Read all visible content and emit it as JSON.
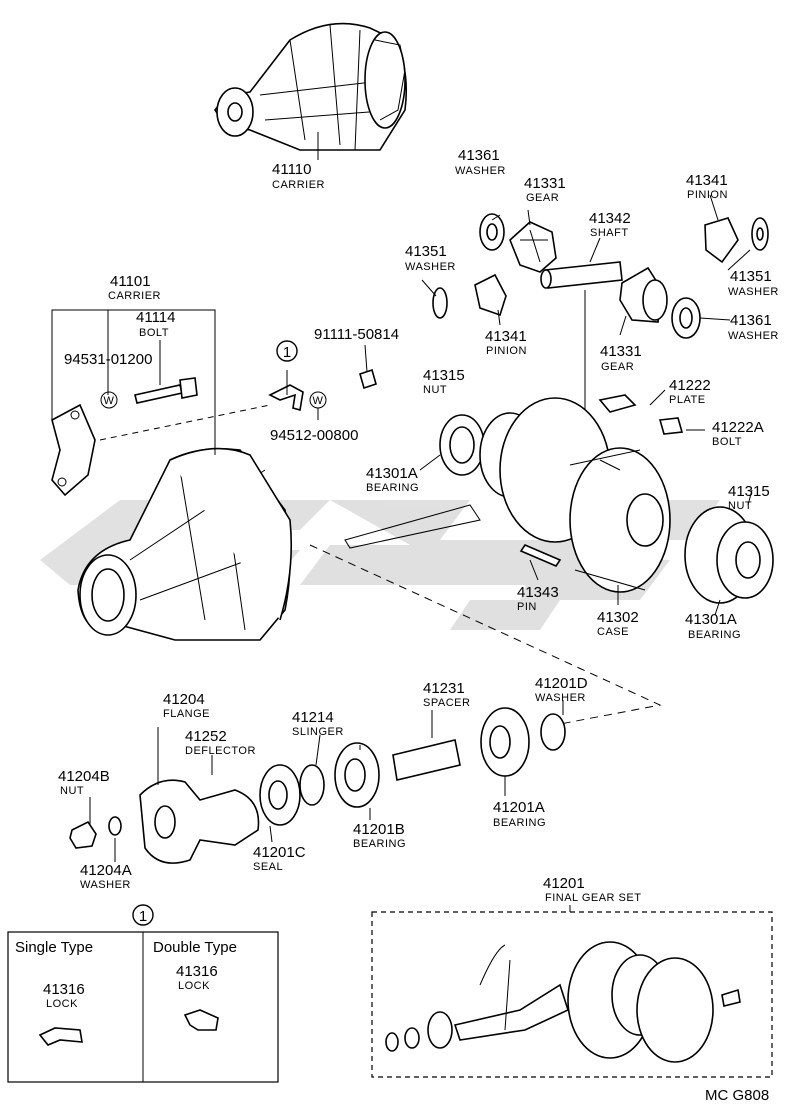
{
  "labels": {
    "p41110": {
      "num": "41110",
      "name": "CARRIER"
    },
    "p41361a": {
      "num": "41361",
      "name": "WASHER"
    },
    "p41331a": {
      "num": "41331",
      "name": "GEAR"
    },
    "p41342": {
      "num": "41342",
      "name": "SHAFT"
    },
    "p41341a": {
      "num": "41341",
      "name": "PINION"
    },
    "p41351a": {
      "num": "41351",
      "name": "WASHER"
    },
    "p41351b": {
      "num": "41351",
      "name": "WASHER"
    },
    "p41341b": {
      "num": "41341",
      "name": "PINION"
    },
    "p41331b": {
      "num": "41331",
      "name": "GEAR"
    },
    "p41361b": {
      "num": "41361",
      "name": "WASHER"
    },
    "p41101": {
      "num": "41101",
      "name": "CARRIER"
    },
    "p41114": {
      "num": "41114",
      "name": "BOLT"
    },
    "p94531": {
      "num": "94531-01200"
    },
    "p91111": {
      "num": "91111-50814"
    },
    "p94512": {
      "num": "94512-00800"
    },
    "p41315a": {
      "num": "41315",
      "name": "NUT"
    },
    "p41222": {
      "num": "41222",
      "name": "PLATE"
    },
    "p41222A": {
      "num": "41222A",
      "name": "BOLT"
    },
    "p41301Aa": {
      "num": "41301A",
      "name": "BEARING"
    },
    "p41315b": {
      "num": "41315",
      "name": "NUT"
    },
    "p41343": {
      "num": "41343",
      "name": "PIN"
    },
    "p41302": {
      "num": "41302",
      "name": "CASE"
    },
    "p41301Ab": {
      "num": "41301A",
      "name": "BEARING"
    },
    "p41204": {
      "num": "41204",
      "name": "FLANGE"
    },
    "p41252": {
      "num": "41252",
      "name": "DEFLECTOR"
    },
    "p41214": {
      "num": "41214",
      "name": "SLINGER"
    },
    "p41231": {
      "num": "41231",
      "name": "SPACER"
    },
    "p41201D": {
      "num": "41201D",
      "name": "WASHER"
    },
    "p41204B": {
      "num": "41204B",
      "name": "NUT"
    },
    "p41204A": {
      "num": "41204A",
      "name": "WASHER"
    },
    "p41201C": {
      "num": "41201C",
      "name": "SEAL"
    },
    "p41201B": {
      "num": "41201B",
      "name": "BEARING"
    },
    "p41201A": {
      "num": "41201A",
      "name": "BEARING"
    },
    "p41201": {
      "num": "41201",
      "name": "FINAL GEAR SET"
    }
  },
  "callout_marker": "1",
  "washer_mark": "W",
  "inset": {
    "marker": "1",
    "single_title": "Single Type",
    "double_title": "Double Type",
    "single_part": {
      "num": "41316",
      "name": "LOCK"
    },
    "double_part": {
      "num": "41316",
      "name": "LOCK"
    }
  },
  "footer_code": "MC  G808",
  "colors": {
    "line": "#000000",
    "background": "#ffffff",
    "watermark": "#d8d8d8"
  }
}
